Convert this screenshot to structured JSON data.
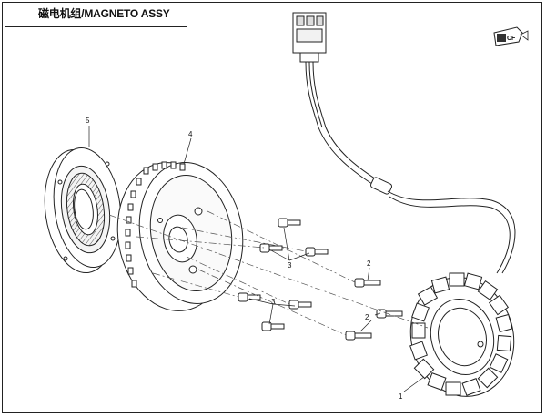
{
  "title": "磁电机组/MAGNETO ASSY",
  "callouts": {
    "stator": "1",
    "bolt_upper": "2",
    "bolt_lower": "2",
    "bolt_group_upper": "3",
    "bolt_group_lower": "3",
    "rotor": "4",
    "starter_clutch": "5"
  },
  "brand_label": "CF"
}
